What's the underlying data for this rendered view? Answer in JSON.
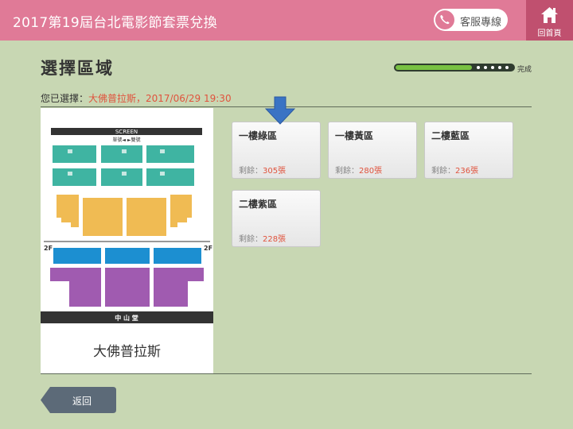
{
  "header": {
    "title": "2017第19屆台北電影節套票兌換",
    "service_label": "客服專線",
    "home_label": "回首頁"
  },
  "page": {
    "title": "選擇區域",
    "progress_label": "完成",
    "progress_fraction": 0.65
  },
  "selection": {
    "prefix": "您已選擇：",
    "value": "大佛普拉斯，2017/06/29 19:30"
  },
  "seatmap": {
    "screen_label": "SCREEN",
    "direction_label": "單號◄ ►雙號",
    "floor_left": "2F",
    "floor_right": "2F",
    "hall_label": "中 山 堂",
    "venue": "大佛普拉斯"
  },
  "zones": [
    {
      "name": "一樓綠區",
      "remain_prefix": "剩餘：",
      "count": "305張"
    },
    {
      "name": "一樓黃區",
      "remain_prefix": "剩餘：",
      "count": "280張"
    },
    {
      "name": "二樓藍區",
      "remain_prefix": "剩餘：",
      "count": "236張"
    },
    {
      "name": "二樓紫區",
      "remain_prefix": "剩餘：",
      "count": "228張"
    }
  ],
  "back_label": "返回",
  "colors": {
    "header": "#e07a97",
    "home": "#c0506f",
    "background": "#c8d7b3",
    "green_zone": "#3fb4a2",
    "yellow_zone": "#f0bb53",
    "blue_zone": "#1c8fd1",
    "purple_zone": "#a05bb0",
    "highlight": "#e0533d",
    "arrow": "#3a73c4"
  }
}
